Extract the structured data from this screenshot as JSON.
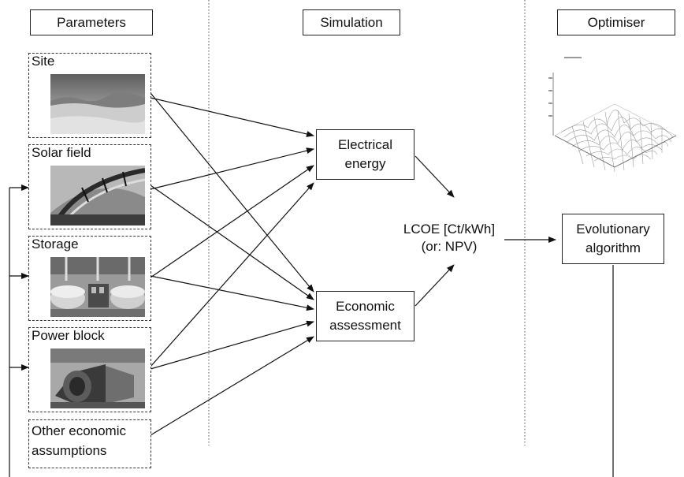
{
  "columns": {
    "parameters": "Parameters",
    "simulation": "Simulation",
    "optimiser": "Optimiser"
  },
  "parameters": [
    {
      "title": "Site",
      "image": "desert-landscape-photo"
    },
    {
      "title": "Solar field",
      "image": "parabolic-trough-collector-photo"
    },
    {
      "title": "Storage",
      "image": "storage-tanks-photo"
    },
    {
      "title": "Power block",
      "image": "steam-turbine-photo"
    }
  ],
  "other_assumptions": {
    "line1": "Other economic",
    "line2": "assumptions"
  },
  "simulation": {
    "electrical": {
      "line1": "Electrical",
      "line2": "energy"
    },
    "economic": {
      "line1": "Economic",
      "line2": "assessment"
    },
    "lcoe": {
      "line1": "LCOE [Ct/kWh]",
      "line2": "(or: NPV)"
    }
  },
  "optimiser": {
    "algorithm": {
      "line1": "Evolutionary",
      "line2": "algorithm"
    },
    "plot_image": "3d-fitness-surface-plot"
  },
  "colors": {
    "line": "#111111",
    "box_border": "#222222",
    "divider": "#555555"
  }
}
